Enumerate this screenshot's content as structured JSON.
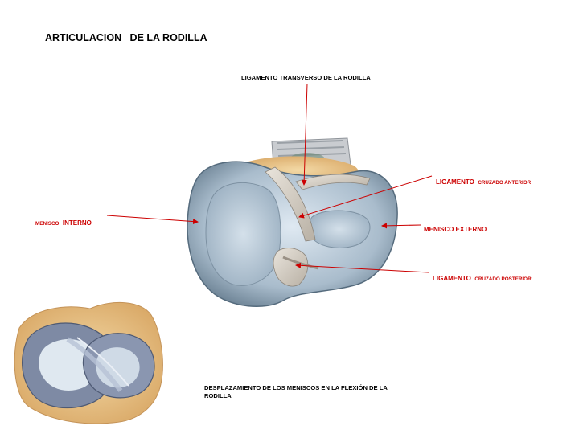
{
  "title": "ARTICULACION   DE LA RODILLA",
  "labels": {
    "ligamento_transverso": "LIGAMENTO TRANSVERSO DE LA RODILLA",
    "menisco_interno": {
      "prefix": "MENISCO",
      "main": "INTERNO"
    },
    "ligamento_cruzado_anterior": {
      "main": "LIGAMENTO",
      "suffix": "CRUZADO ANTERIOR"
    },
    "menisco_externo": "MENISCO EXTERNO",
    "ligamento_cruzado_posterior": {
      "main": "LIGAMENTO",
      "suffix": "CRUZADO POSTERIOR"
    },
    "desplazamiento": "DESPLAZAMIENTO DE LOS MENISCOS EN LA FLEXIÓN DE LA RODILLA"
  },
  "colors": {
    "label_red": "#cc0000",
    "arrow_red": "#cc0000",
    "meniscus_blue": "#b8c8d8",
    "bone_tan": "#e8c890"
  },
  "illustrations": [
    "knee-meniscus-top-view",
    "meniscus-flexion-displacement"
  ]
}
